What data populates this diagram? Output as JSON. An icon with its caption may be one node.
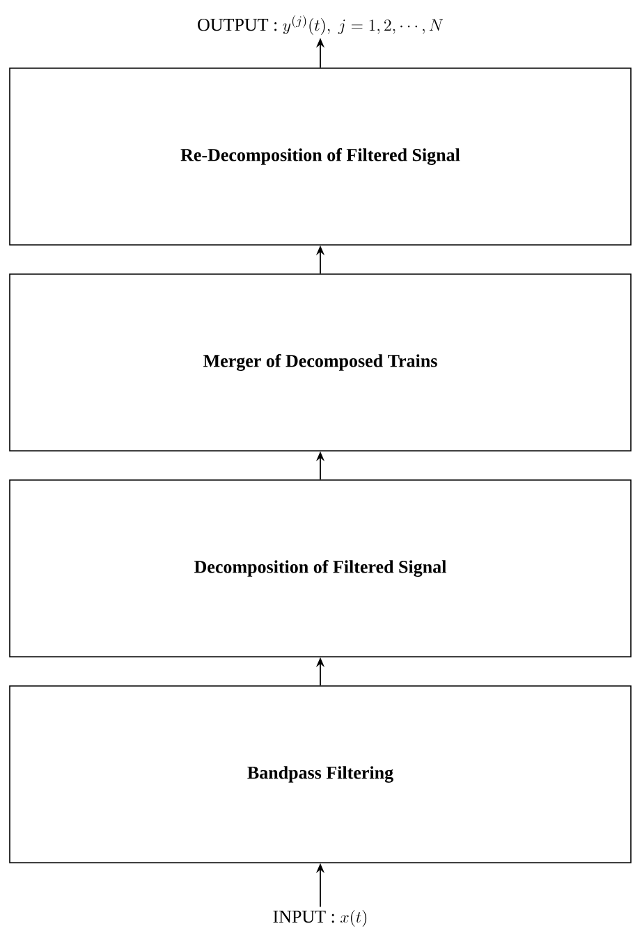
{
  "diagram": {
    "nodes": [
      {
        "text": [
          "OUTPUT :",
          "y^{(j)}(t),\\ j=1,2,\\cdots,N"
        ]
      },
      {
        "text": [
          "Re-Decomposition of Filtered Signal"
        ]
      },
      {
        "text": [
          "Merger of Decomposed Trains"
        ]
      },
      {
        "text": [
          "Decomposition of Filtered Signal"
        ]
      },
      {
        "text": [
          "Bandpass Filtering"
        ]
      },
      {
        "text": [
          "INPUT :",
          "x(t)"
        ]
      }
    ],
    "edges": [
      {
        "from": 5,
        "to": 4,
        "arrow": "to"
      },
      {
        "from": 4,
        "to": 3,
        "arrow": "to"
      },
      {
        "from": 3,
        "to": 2,
        "arrow": "to"
      },
      {
        "from": 2,
        "to": 1,
        "arrow": "to"
      },
      {
        "from": 1,
        "to": 0,
        "arrow": "to"
      }
    ]
  }
}
